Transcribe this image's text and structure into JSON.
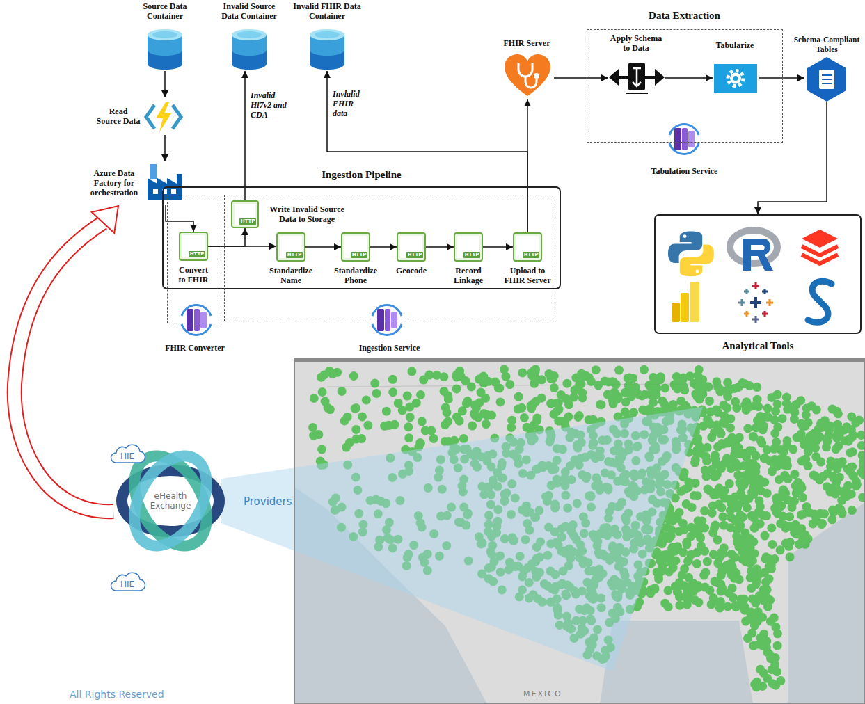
{
  "diagram": {
    "nodes": [
      {
        "text": [
          "Source Data Container"
        ]
      },
      {
        "text": [
          "Invalid Source Data Container"
        ]
      },
      {
        "text": [
          "Invalid FHIR Data Container"
        ]
      },
      {
        "text": [
          "Read Source Data"
        ]
      },
      {
        "text": [
          "FHIR Server"
        ]
      },
      {
        "text": [
          "Data Extraction",
          "Tabulation Service"
        ]
      },
      {
        "text": [
          "Apply Schema to Data"
        ],
        "in": 5
      },
      {
        "text": [
          "Tabularize"
        ],
        "in": 5
      },
      {
        "text": [
          "Schema-Compliant Tables"
        ]
      },
      {
        "text": [
          "Azure Data Factory for orchestration"
        ]
      },
      {
        "text": [
          "Ingestion Pipeline"
        ]
      },
      {
        "text": [
          "FHIR Converter"
        ],
        "in": 10
      },
      {
        "text": [
          "HTTP",
          "Convert to FHIR"
        ],
        "in": 11
      },
      {
        "text": [
          "Ingestion Service"
        ],
        "in": 10
      },
      {
        "text": [
          "HTTP",
          "Write Invalid Source Data to Storage"
        ],
        "in": 13
      },
      {
        "text": [
          "HTTP",
          "Standardize Name"
        ],
        "in": 13
      },
      {
        "text": [
          "HTTP",
          "Standardize Phone"
        ],
        "in": 13
      },
      {
        "text": [
          "HTTP",
          "Geocode"
        ],
        "in": 13
      },
      {
        "text": [
          "HTTP",
          "Record Linkage"
        ],
        "in": 13
      },
      {
        "text": [
          "HTTP",
          "Upload to FHIR Server"
        ],
        "in": 13
      },
      {
        "text": [
          "Analytical Tools"
        ]
      },
      {
        "text": [
          "HIE"
        ]
      },
      {
        "text": [
          "eHealth Exchange"
        ]
      },
      {
        "text": [
          "HIE"
        ]
      }
    ],
    "edges": [
      {
        "from": 0,
        "to": 3,
        "arrow": "to"
      },
      {
        "from": 3,
        "to": 9,
        "arrow": "to"
      },
      {
        "from": 9,
        "to": 12,
        "arrow": "to"
      },
      {
        "from": 12,
        "to": 15,
        "arrow": "to"
      },
      {
        "from": 12,
        "to": 14,
        "arrow": "to"
      },
      {
        "from": 14,
        "to": 1,
        "label": "Invalid Hl7v2 and CDA",
        "arrow": "to"
      },
      {
        "from": 15,
        "to": 16,
        "arrow": "to"
      },
      {
        "from": 16,
        "to": 17,
        "arrow": "to"
      },
      {
        "from": 17,
        "to": 18,
        "arrow": "to"
      },
      {
        "from": 18,
        "to": 19,
        "arrow": "to"
      },
      {
        "from": 19,
        "to": 4,
        "arrow": "to"
      },
      {
        "from": 19,
        "to": 2,
        "label": "Invlalid FHIR data",
        "arrow": "to"
      },
      {
        "from": 4,
        "to": 6,
        "arrow": "to"
      },
      {
        "from": 6,
        "to": 7,
        "arrow": "to"
      },
      {
        "from": 7,
        "to": 8,
        "arrow": "to"
      },
      {
        "from": 8,
        "to": 20,
        "arrow": "to"
      },
      {
        "from": 22,
        "to": 9,
        "arrow": "to"
      }
    ],
    "labels": [
      "Providers",
      "MEXICO",
      "All Rights Reserved"
    ]
  }
}
